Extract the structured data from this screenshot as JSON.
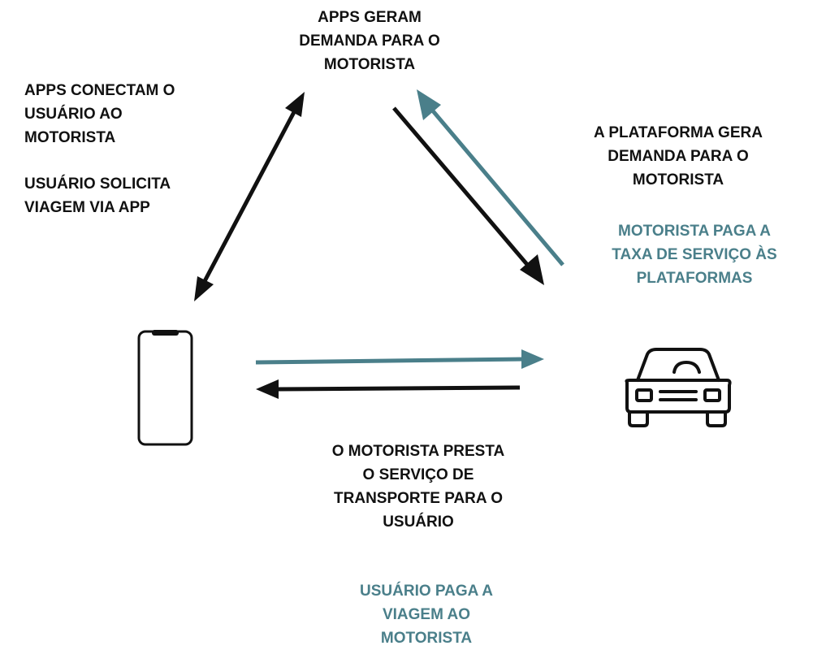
{
  "labels": {
    "apps_generate_demand": "APPS GERAM\nDEMANDA PARA O\nMOTORISTA",
    "apps_connect_user": "APPS  CONECTAM O\nUSUÁRIO AO\nMOTORISTA",
    "user_requests_trip": "USUÁRIO SOLICITA\nVIAGEM VIA APP",
    "platform_generates_demand": "A PLATAFORMA GERA\nDEMANDA PARA O\nMOTORISTA",
    "driver_pays_fee": "MOTORISTA PAGA A\nTAXA DE SERVIÇO ÀS\nPLATAFORMAS",
    "driver_provides_service": "O MOTORISTA  PRESTA\nO SERVIÇO DE\nTRANSPORTE PARA O\nUSUÁRIO",
    "user_pays_driver": "USUÁRIO PAGA A\nVIAGEM AO\nMOTORISTA"
  },
  "nodes": {
    "user": "smartphone-icon",
    "driver": "car-icon",
    "platform": "apps"
  },
  "colors": {
    "text": "#111111",
    "accent": "#4a7f8a",
    "arrow_black": "#111111"
  }
}
